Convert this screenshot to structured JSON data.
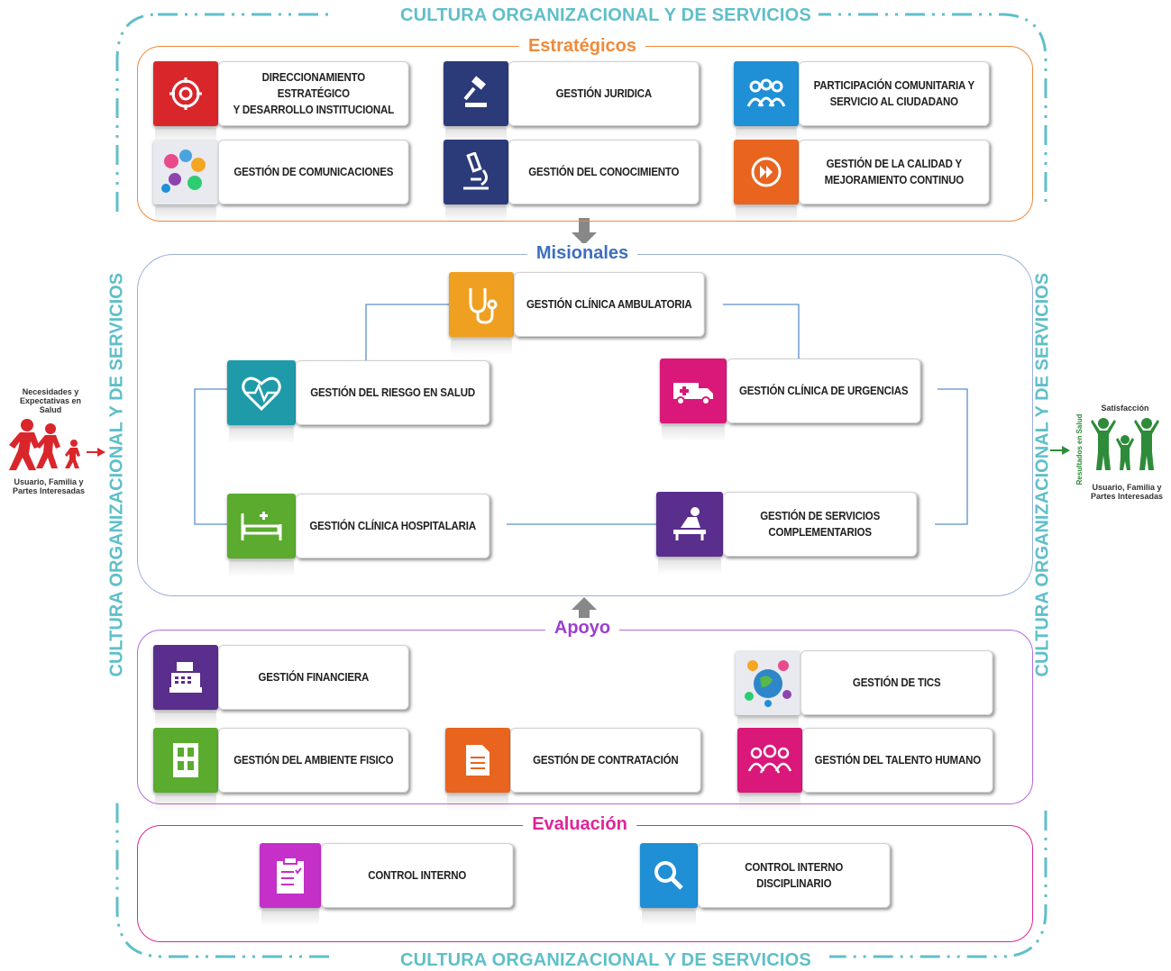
{
  "culture": {
    "top": "CULTURA ORGANIZACIONAL Y DE SERVICIOS",
    "bottom": "CULTURA ORGANIZACIONAL Y DE SERVICIOS",
    "left": "CULTURA ORGANIZACIONAL Y DE SERVICIOS",
    "right": "CULTURA ORGANIZACIONAL Y DE SERVICIOS"
  },
  "groups": {
    "estrategicos": {
      "title": "Estratégicos",
      "color": "#f08a3a"
    },
    "misionales": {
      "title": "Misionales",
      "color": "#3d6fbf"
    },
    "apoyo": {
      "title": "Apoyo",
      "color": "#9b3fd0"
    },
    "evaluacion": {
      "title": "Evaluación",
      "color": "#e0249a"
    }
  },
  "processes": {
    "direccionamiento": {
      "line1": "DIRECCIONAMIENTO  ESTRATÉGICO",
      "line2": "Y DESARROLLO  INSTITUCIONAL",
      "icon": "gear-circle-icon",
      "color": "#d9262b"
    },
    "juridica": {
      "line1": "GESTIÓN  JURIDICA",
      "line2": "",
      "icon": "gavel-icon",
      "color": "#2b3a78"
    },
    "participacion": {
      "line1": "PARTICIPACIÓN  COMUNITARIA  Y",
      "line2": "SERVICIO  AL  CIUDADANO",
      "icon": "people-group-icon",
      "color": "#1f8fd6"
    },
    "comunicaciones": {
      "line1": "GESTIÓN   DE COMUNICACIONES",
      "line2": "",
      "icon": "speech-bubbles-icon",
      "color": "#e8eaf0"
    },
    "conocimiento": {
      "line1": "GESTIÓN   DEL CONOCIMIENTO",
      "line2": "",
      "icon": "microscope-icon",
      "color": "#2b3a78"
    },
    "calidad": {
      "line1": "GESTIÓN  DE LA CALIDAD  Y",
      "line2": "MEJORAMIENTO  CONTINUO",
      "icon": "fast-forward-icon",
      "color": "#e8641f"
    },
    "ambulatoria": {
      "line1": "GESTIÓN  CLÍNICA  AMBULATORIA",
      "line2": "",
      "icon": "stethoscope-icon",
      "color": "#f0a020"
    },
    "riesgo": {
      "line1": "GESTIÓN  DEL RIESGO  EN  SALUD",
      "line2": "",
      "icon": "heart-pulse-icon",
      "color": "#1f9aa8"
    },
    "urgencias": {
      "line1": "GESTIÓN  CLÍNICA  DE URGENCIAS",
      "line2": "",
      "icon": "ambulance-icon",
      "color": "#d9187a"
    },
    "hospitalaria": {
      "line1": "GESTIÓN  CLÍNICA  HOSPITALARIA",
      "line2": "",
      "icon": "hospital-bed-icon",
      "color": "#5aab2e"
    },
    "complementarios": {
      "line1": "GESTIÓN  DE SERVICIOS",
      "line2": "COMPLEMENTARIOS",
      "icon": "physiotherapy-icon",
      "color": "#5a2e8c"
    },
    "financiera": {
      "line1": "GESTIÓN  FINANCIERA",
      "line2": "",
      "icon": "cash-register-icon",
      "color": "#5a2e8c"
    },
    "tics": {
      "line1": "GESTIÓN   DE TICS",
      "line2": "",
      "icon": "globe-network-icon",
      "color": "#e8eaf0"
    },
    "ambiente": {
      "line1": "GESTIÓN  DEL AMBIENTE  FISICO",
      "line2": "",
      "icon": "building-icon",
      "color": "#5aab2e"
    },
    "contratacion": {
      "line1": "GESTIÓN   DE CONTRATACIÓN",
      "line2": "",
      "icon": "document-icon",
      "color": "#e8641f"
    },
    "talento": {
      "line1": "GESTIÓN  DEL TALENTO  HUMANO",
      "line2": "",
      "icon": "team-icon",
      "color": "#d9187a"
    },
    "control_interno": {
      "line1": "CONTROL  INTERNO",
      "line2": "",
      "icon": "clipboard-icon",
      "color": "#c430c8"
    },
    "control_disciplinario": {
      "line1": "CONTROL  INTERNO  DISCIPLINARIO",
      "line2": "",
      "icon": "magnifier-icon",
      "color": "#1f8fd6"
    }
  },
  "left_side": {
    "top": "Necesidades y Expectativas en Salud",
    "bottom": "Usuario, Familia y Partes Interesadas",
    "color": "#d9262b"
  },
  "right_side": {
    "vertical": "Resultados en Salud",
    "top": "Satisfacción",
    "bottom": "Usuario, Familia y Partes Interesadas",
    "color": "#2e8b3a"
  }
}
